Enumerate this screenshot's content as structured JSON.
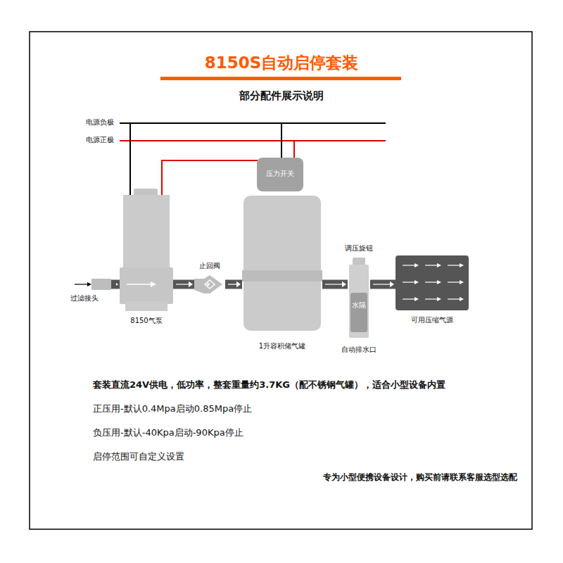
{
  "diagram": {
    "title": "8150S自动启停套装",
    "nodes": [
      {
        "text": [
          "过滤接头"
        ]
      },
      {
        "text": [
          "8150气泵"
        ]
      },
      {
        "text": [
          "止回阀"
        ]
      },
      {
        "text": [
          "1升容积储气罐"
        ]
      },
      {
        "text": [
          "压力开关"
        ]
      },
      {
        "text": [
          "水隔"
        ]
      },
      {
        "text": [
          "可用压缩气源"
        ]
      }
    ],
    "edges": [
      {
        "from": 0,
        "to": 1,
        "arrow": "to"
      },
      {
        "from": 1,
        "to": 2,
        "arrow": "to"
      },
      {
        "from": 2,
        "to": 3,
        "arrow": "to"
      },
      {
        "from": 3,
        "to": 5,
        "arrow": "to"
      },
      {
        "from": 5,
        "to": 6,
        "arrow": "to"
      }
    ],
    "labels": [
      "部分配件展示说明",
      "电源负极",
      "电源正极",
      "调压旋钮",
      "自动排水口",
      "套装直流24V供电，低功率，整套重量约3.7KG（配不锈钢气罐），适合小型设备内置",
      "正压用-默认0.4Mpa启动0.85Mpa停止",
      "负压用-默认-40Kpa启动-90Kpa停止",
      "启停范围可自定义设置",
      "专为小型便携设备设计，购买前请联系客服选型选配"
    ]
  }
}
